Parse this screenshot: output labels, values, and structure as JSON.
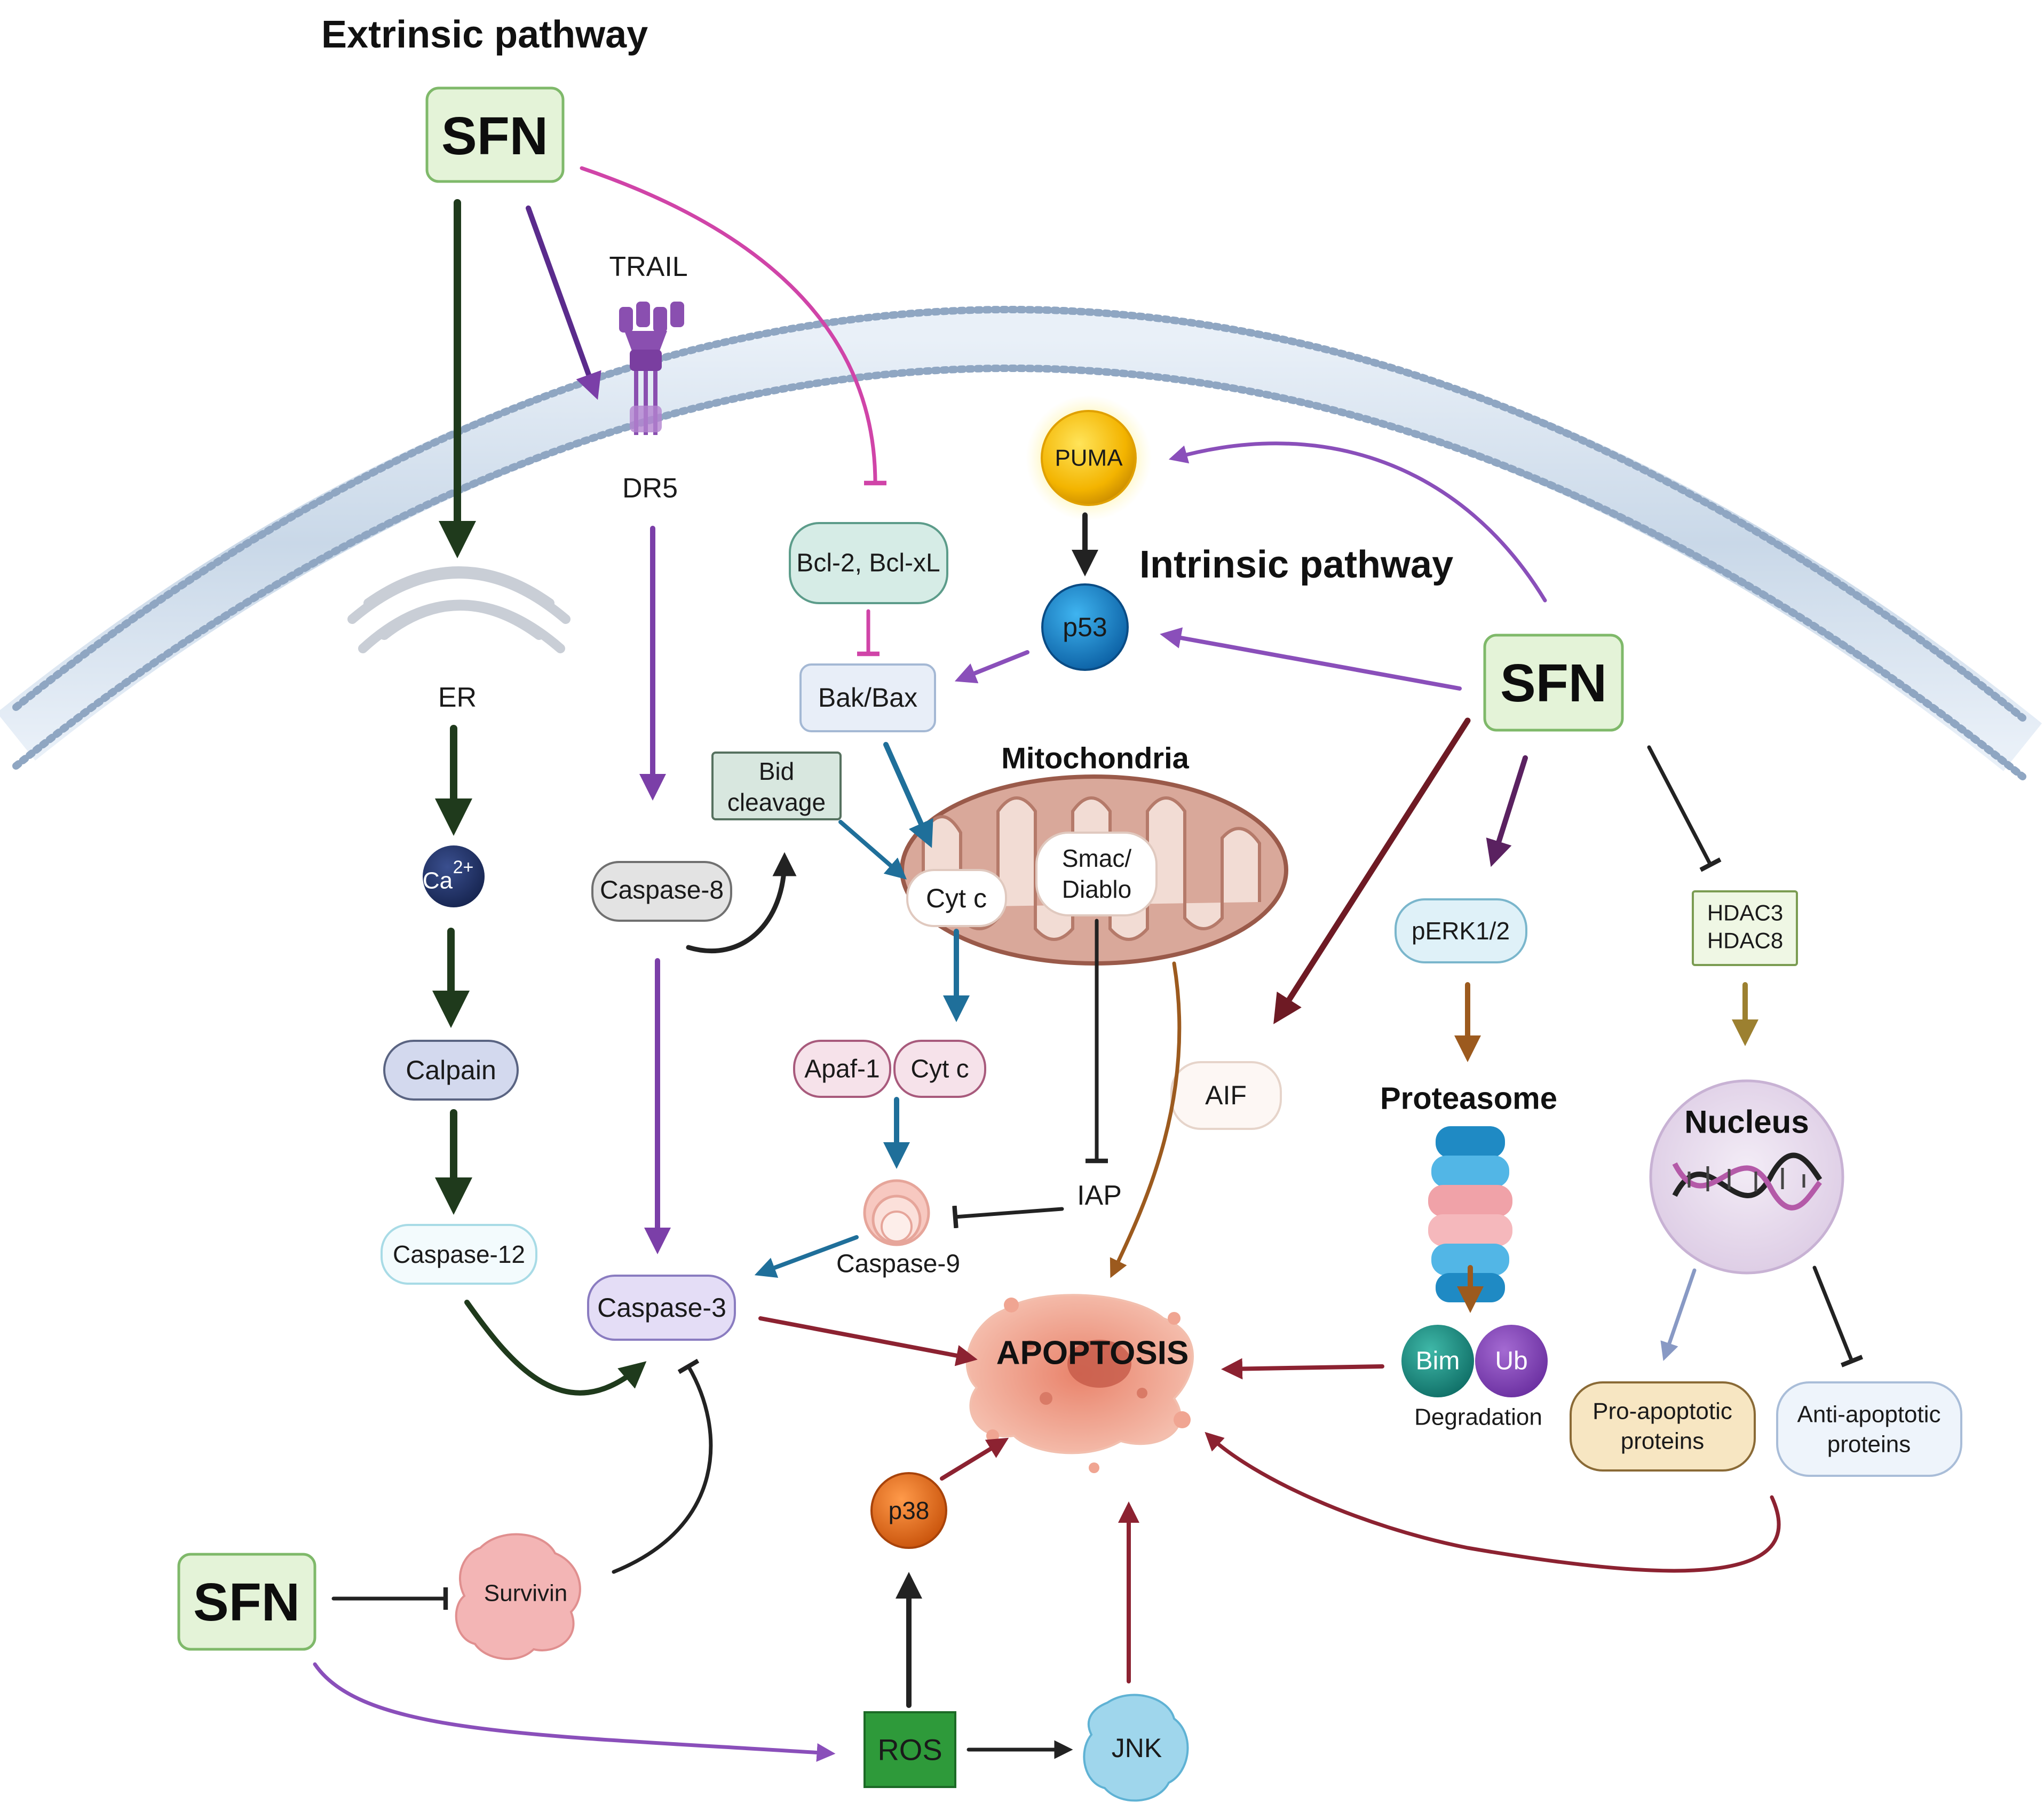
{
  "headers": {
    "extrinsic": "Extrinsic pathway",
    "intrinsic": "Intrinsic pathway",
    "mitochondria": "Mitochondria",
    "proteasome": "Proteasome",
    "nucleus": "Nucleus"
  },
  "sfn": "SFN",
  "nodes": {
    "trail": "TRAIL",
    "dr5": "DR5",
    "er": "ER",
    "ca": "Ca",
    "ca_sup": "2+",
    "calpain": "Calpain",
    "caspase12": "Caspase-12",
    "caspase8": "Caspase-8",
    "caspase3": "Caspase-3",
    "caspase9": "Caspase-9",
    "bcl2": "Bcl-2, Bcl-xL",
    "bakbax": "Bak/Bax",
    "bid_line1": "Bid",
    "bid_line2": "cleavage",
    "puma": "PUMA",
    "p53": "p53",
    "cytc": "Cyt c",
    "smac_line1": "Smac/",
    "smac_line2": "Diablo",
    "apaf1": "Apaf-1",
    "cytc2": "Cyt c",
    "iap": "IAP",
    "aif": "AIF",
    "perk": "pERK1/2",
    "hdac_line1": "HDAC3",
    "hdac_line2": "HDAC8",
    "bim": "Bim",
    "ub": "Ub",
    "degradation": "Degradation",
    "pro_line1": "Pro-apoptotic",
    "pro_line2": "proteins",
    "anti_line1": "Anti-apoptotic",
    "anti_line2": "proteins",
    "apoptosis": "APOPTOSIS",
    "survivin": "Survivin",
    "p38": "p38",
    "ros": "ROS",
    "jnk": "JNK"
  }
}
